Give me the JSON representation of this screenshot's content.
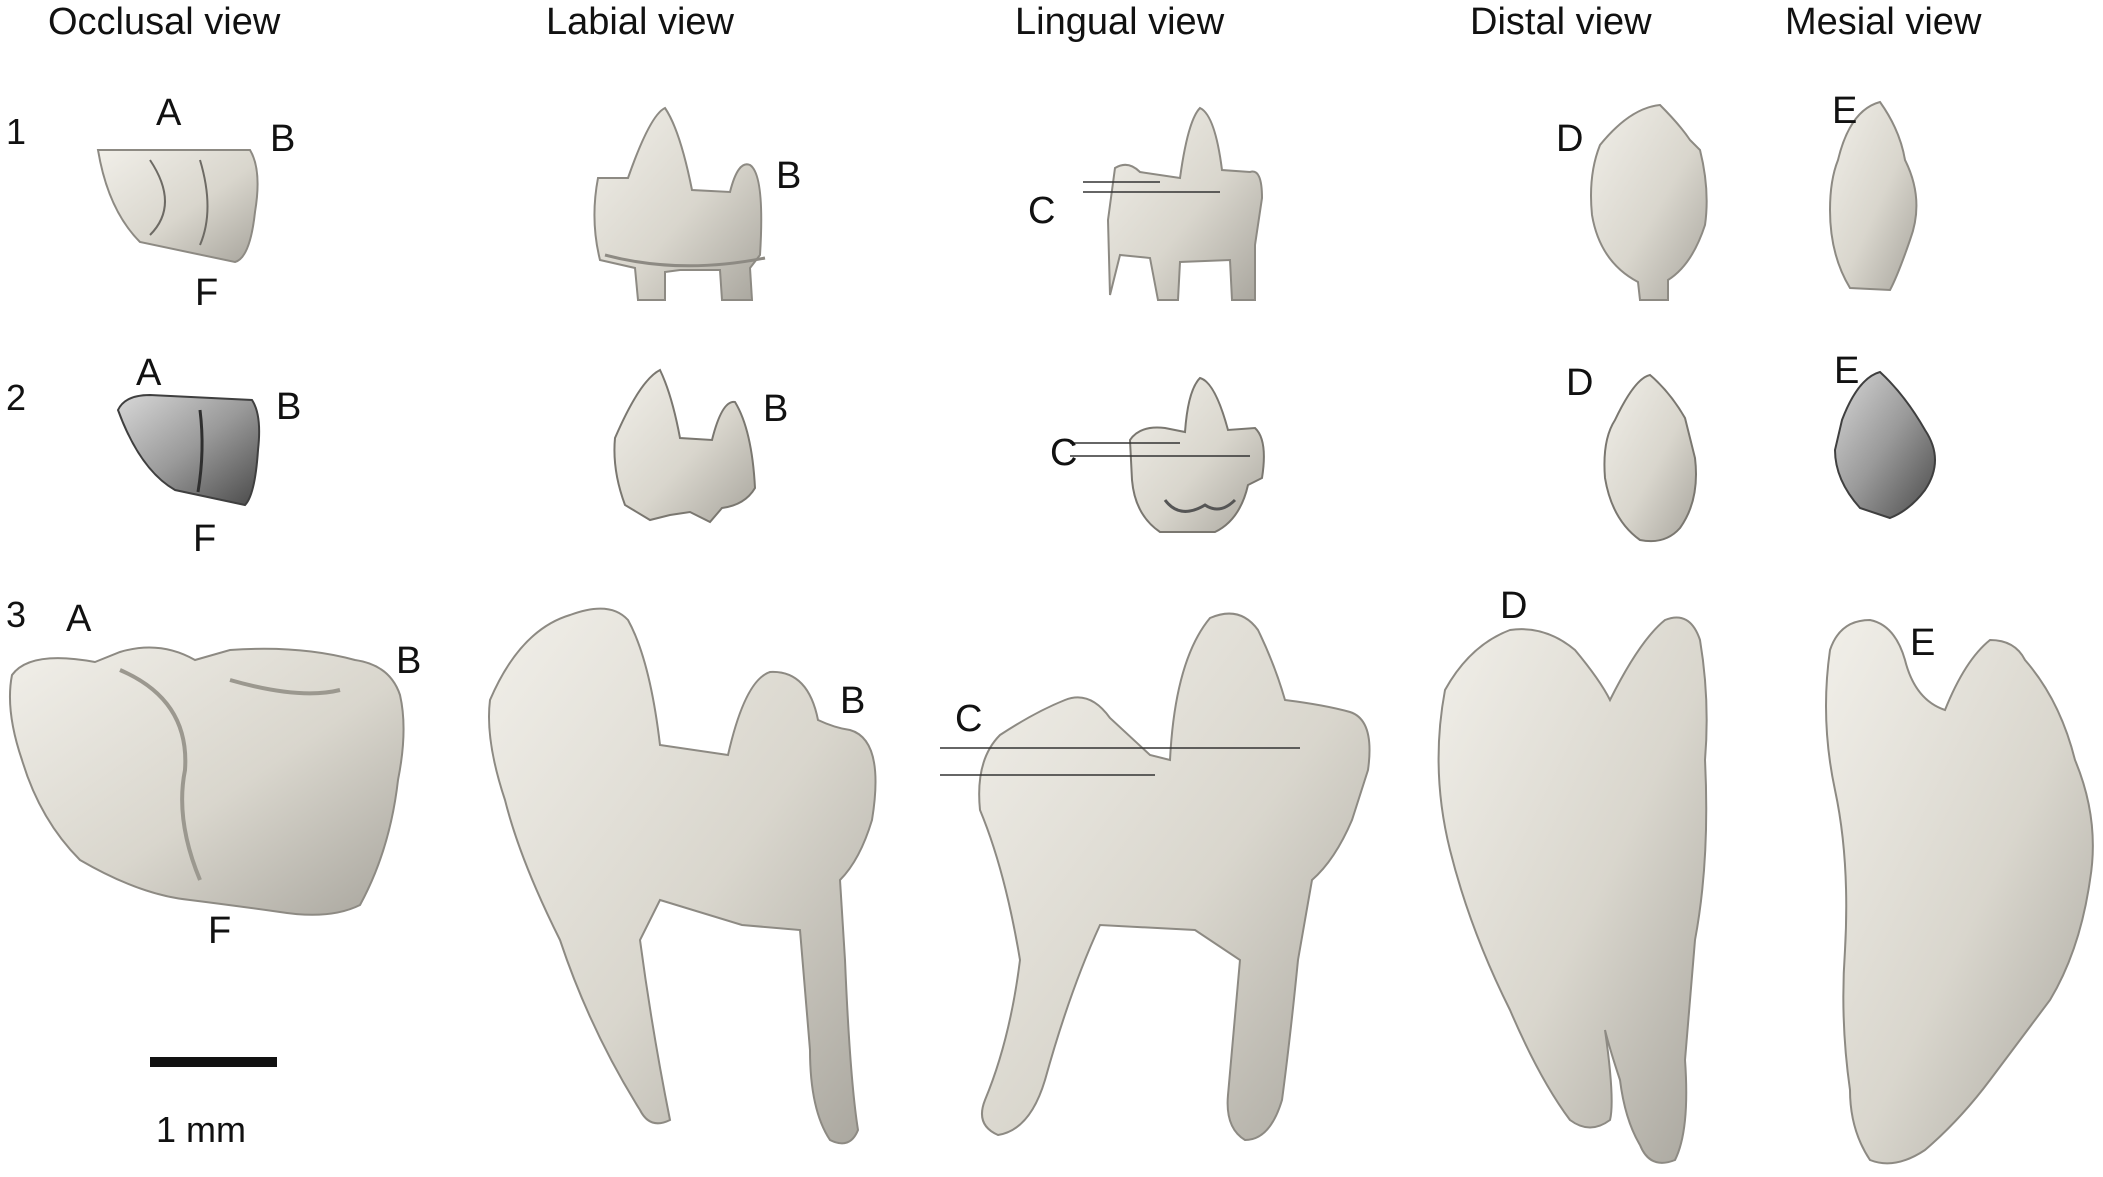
{
  "views": {
    "occlusal": "Occlusal view",
    "labial": "Labial view",
    "lingual": "Lingual view",
    "distal": "Distal view",
    "mesial": "Mesial view"
  },
  "rows": [
    "1",
    "2",
    "3"
  ],
  "letters": {
    "a": "A",
    "b": "B",
    "c": "C",
    "d": "D",
    "e": "E",
    "f": "F"
  },
  "scale": {
    "label": "1 mm"
  },
  "colors": {
    "tooth_light": "#dedbd2",
    "tooth_dark": "#8c8c8c",
    "ink": "#111111"
  }
}
